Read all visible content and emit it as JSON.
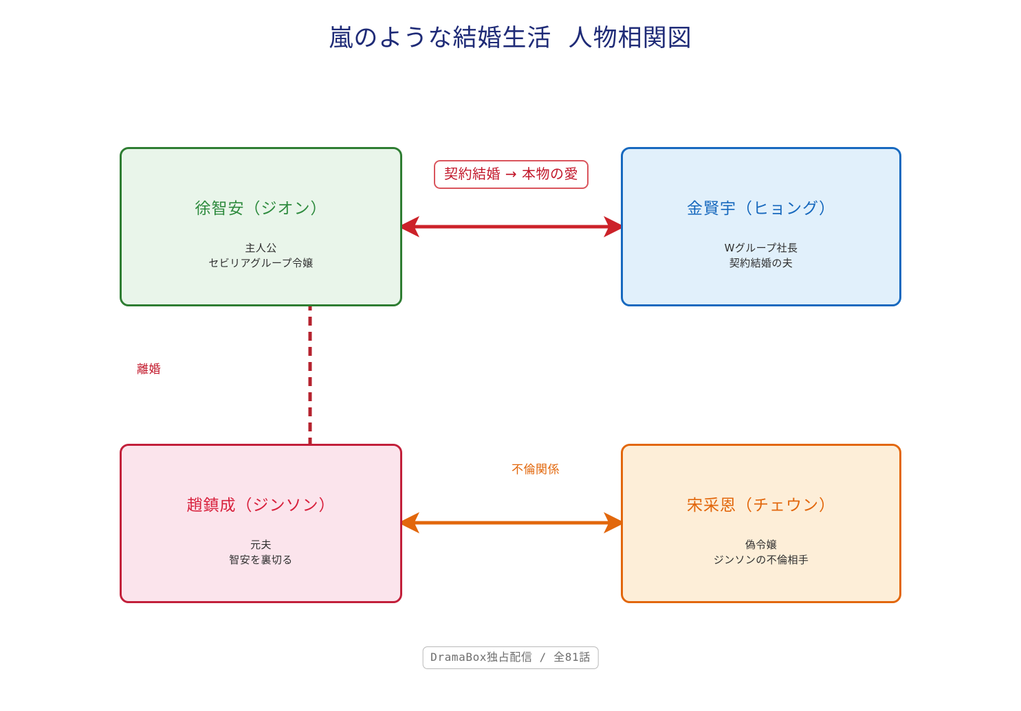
{
  "header": {
    "title": "嵐のような結婚生活  人物相関図",
    "title_color": "#1f2b77"
  },
  "nodes": [
    {
      "id": "jion",
      "name": "徐智安（ジオン）",
      "desc": "主人公\nセビリアグループ令嬢",
      "border_color": "#2e7d32",
      "fill_color": "#e9f5ea",
      "name_color": "#2e8b3e"
    },
    {
      "id": "hyung",
      "name": "金賢宇（ヒョング）",
      "desc": "Wグループ社長\n契約結婚の夫",
      "border_color": "#1769bf",
      "fill_color": "#e1f0fb",
      "name_color": "#1668bd"
    },
    {
      "id": "jinson",
      "name": "趙鎮成（ジンソン）",
      "desc": "元夫\n智安を裏切る",
      "border_color": "#c21f3a",
      "fill_color": "#fbe4ec",
      "name_color": "#d8203c"
    },
    {
      "id": "chaeun",
      "name": "宋采恩（チェウン）",
      "desc": "偽令嬢\nジンソンの不倫相手",
      "border_color": "#e2670c",
      "fill_color": "#fdeed8",
      "name_color": "#e2670c"
    }
  ],
  "edges": [
    {
      "id": "contract-love",
      "label": "契約結婚 → 本物の愛",
      "from": "jion",
      "to": "hyung",
      "color": "#cc2229",
      "style": "solid",
      "arrows": "both",
      "boxed_label": true
    },
    {
      "id": "divorce",
      "label": "離婚",
      "from": "jinson",
      "to": "jion",
      "color": "#b5222e",
      "style": "dashed",
      "arrows": "to",
      "boxed_label": false
    },
    {
      "id": "affair",
      "label": "不倫関係",
      "from": "jinson",
      "to": "chaeun",
      "color": "#e2670c",
      "style": "solid",
      "arrows": "both",
      "boxed_label": false
    }
  ],
  "footer": {
    "badge": "DramaBox独占配信 / 全81話"
  }
}
